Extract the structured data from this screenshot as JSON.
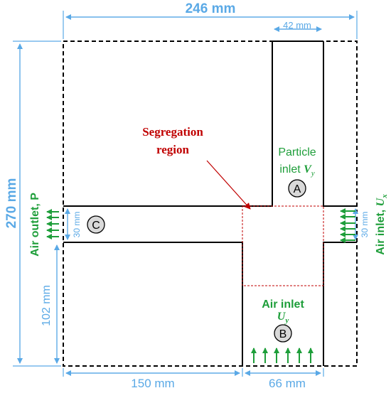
{
  "colors": {
    "blue": "#5aa9e6",
    "green": "#1e9e3a",
    "red": "#c00000",
    "outline": "#000000",
    "marker_fill": "#d9d9d9"
  },
  "dimensions": {
    "top_width": "246 mm",
    "left_height": "270 mm",
    "particle_inlet_width": "42 mm",
    "left_channel_height": "30 mm",
    "right_channel_height": "30 mm",
    "lower_left_height": "102 mm",
    "bottom_left_width": "150 mm",
    "bottom_inlet_width": "66 mm"
  },
  "labels": {
    "segregation_line1": "Segregation",
    "segregation_line2": "region",
    "particle_inlet_line1": "Particle",
    "particle_inlet_line2_prefix": "inlet ",
    "particle_inlet_var": "V",
    "particle_inlet_sub": "y",
    "air_outlet": "Air outlet, P",
    "air_inlet_right_prefix": "Air inlet, ",
    "air_inlet_right_var": "U",
    "air_inlet_right_sub": "x",
    "air_inlet_bottom_line1": "Air inlet",
    "air_inlet_bottom_var": "U",
    "air_inlet_bottom_sub": "y"
  },
  "markers": {
    "a": "A",
    "b": "B",
    "c": "C"
  }
}
